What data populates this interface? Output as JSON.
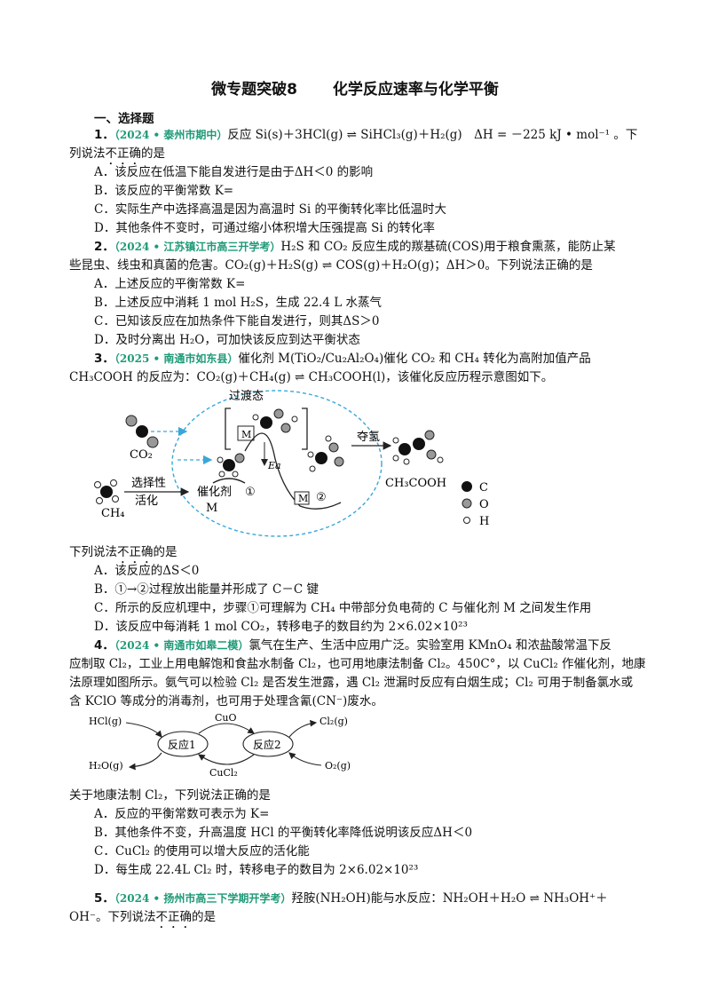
{
  "title": {
    "part1": "微专题突破8",
    "part2": "化学反应速率与化学平衡"
  },
  "section1": "一、选择题",
  "q1": {
    "num": "1．",
    "src": "（2024 • 泰州市期中）",
    "stem": "反应 Si(s)＋3HCl(g) ⇌ SiHCl₃(g)＋H₂(g)　ΔH = －225 kJ • mol⁻¹ 。下",
    "stem2a": "列说法",
    "stem2b": "不正确",
    "stem2c": "的是",
    "A": "A．该反应在低温下能自发进行是由于ΔH＜0 的影响",
    "B": "B．该反应的平衡常数 K=",
    "C": "C．实际生产中选择高温是因为高温时 Si 的平衡转化率比低温时大",
    "D": "D．其他条件不变时，可通过缩小体积增大压强提高 Si 的转化率"
  },
  "q2": {
    "num": "2．",
    "src": "（2024 • 江苏镇江市高三开学考）",
    "stem": "H₂S 和 CO₂ 反应生成的羰基硫(COS)用于粮食熏蒸，能防止某",
    "stem2": "些昆虫、线虫和真菌的危害。CO₂(g)＋H₂S(g) ⇌ COS(g)＋H₂O(g)；ΔH＞0。下列说法正确的是",
    "A": "A．上述反应的平衡常数 K=",
    "B": "B．上述反应中消耗 1 mol H₂S，生成 22.4 L 水蒸气",
    "C": "C．已知该反应在加热条件下能自发进行，则其ΔS＞0",
    "D": "D．及时分离出 H₂O，可加快该反应到达平衡状态"
  },
  "q3": {
    "num": "3．",
    "src": "（2025 • 南通市如东县）",
    "stem": "催化剂 M(TiO₂/Cu₂Al₂O₄)催化 CO₂ 和 CH₄ 转化为高附加值产品",
    "stem2": "CH₃COOH 的反应为：CO₂(g)＋CH₄(g) ⇌ CH₃COOH(l)，该催化反应历程示意图如下。",
    "fig": {
      "ts": "过渡态",
      "co2": "CO₂",
      "ch4": "CH₄",
      "sel1": "选择性",
      "sel2": "活化",
      "cat": "催化剂",
      "catM": "M",
      "c1": "①",
      "c2": "②",
      "Ea": "Ea",
      "M": "M",
      "dehyd": "夺氢",
      "prod": "CH₃COOH",
      "legC": "C",
      "legO": "O",
      "legH": "H"
    },
    "ask_a": "下列说法",
    "ask_b": "不正确",
    "ask_c": "的是",
    "A": "A．该反应的ΔS＜0",
    "B": "B．①→②过程放出能量并形成了 C－C 键",
    "C": "C．所示的反应机理中，步骤①可理解为 CH₄ 中带部分负电荷的 C 与催化剂 M 之间发生作用",
    "D": "D．该反应中每消耗 1 mol CO₂，转移电子的数目约为 2×6.02×10²³"
  },
  "q4": {
    "num": "4．",
    "src": "（2024 • 南通市如皋二模）",
    "stem": "氯气在生产、生活中应用广泛。实验室用 KMnO₄ 和浓盐酸常温下反",
    "stem2": "应制取 Cl₂，工业上用电解饱和食盐水制备 Cl₂，也可用地康法制备 Cl₂。450C°，以 CuCl₂ 作催化剂，地康",
    "stem3": "法原理如图所示。氨气可以检验 Cl₂ 是否发生泄露，遇 Cl₂ 泄漏时反应有白烟生成；Cl₂ 可用于制备氯水或",
    "stem4": "含 KClO 等成分的消毒剂，也可用于处理含氰(CN⁻)废水。",
    "fig": {
      "hcl": "HCl(g)",
      "h2o": "H₂O(g)",
      "r1": "反应1",
      "r2": "反应2",
      "cuo": "CuO",
      "cucl2": "CuCl₂",
      "cl2": "Cl₂(g)",
      "o2": "O₂(g)"
    },
    "ask": "关于地康法制 Cl₂，下列说法正确的是",
    "A": "A．反应的平衡常数可表示为 K=",
    "B": "B．其他条件不变，升高温度 HCl 的平衡转化率降低说明该反应ΔH＜0",
    "C": "C．CuCl₂ 的使用可以增大反应的活化能",
    "D": "D．每生成 22.4L Cl₂ 时，转移电子的数目为 2×6.02×10²³"
  },
  "q5": {
    "num": "5．",
    "src": "（2024 • 扬州市高三下学期开学考）",
    "stem": "羟胺(NH₂OH)能与水反应：NH₂OH＋H₂O ⇌ NH₃OH⁺＋",
    "stem2a": "OH⁻。下列说法",
    "stem2b": "不正确",
    "stem2c": "的是"
  },
  "colors": {
    "source": "#1e9a77",
    "dashed_circle": "#3aa7d8"
  }
}
